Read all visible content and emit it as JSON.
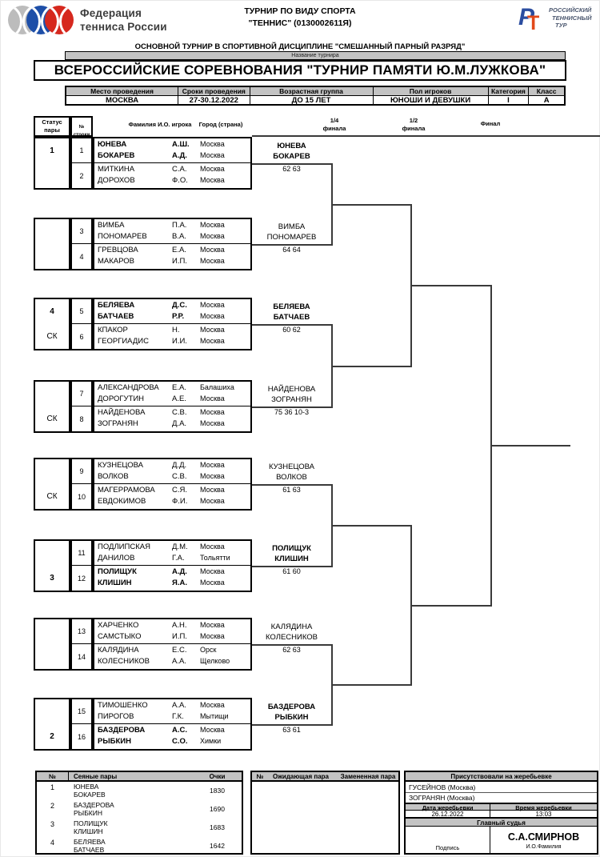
{
  "header": {
    "org": {
      "line1": "Федерация",
      "line2": "тенниса России"
    },
    "center": {
      "line1": "ТУРНИР ПО ВИДУ СПОРТА",
      "line2": "\"ТЕННИС\" (0130002611Я)"
    },
    "rtt": {
      "monogram_p": "Р",
      "monogram_t": "Т",
      "line1": "РОССИЙСКИЙ",
      "line2": "ТЕННИСНЫЙ",
      "line3": "ТУР"
    },
    "discipline": "ОСНОВНОЙ ТУРНИР В СПОРТИВНОЙ ДИСЦИПЛИНЕ \"СМЕШАННЫЙ ПАРНЫЙ РАЗРЯД\"",
    "title_label": "Название турнира",
    "title": "ВСЕРОССИЙСКИЕ СОРЕВНОВАНИЯ \"ТУРНИР ПАМЯТИ Ю.М.ЛУЖКОВА\""
  },
  "info": {
    "headers": [
      "Место проведения",
      "Сроки проведения",
      "Возрастная группа",
      "Пол игроков",
      "Категория",
      "Класс"
    ],
    "values": [
      "МОСКВА",
      "27-30.12.2022",
      "ДО 15 ЛЕТ",
      "ЮНОШИ И ДЕВУШКИ",
      "I",
      "А"
    ]
  },
  "bracket": {
    "col_status1": "Статус",
    "col_status2": "пары",
    "col_line": "№ строки",
    "col_player": "Фамилия И.О. игрока",
    "col_city": "Город (страна)",
    "col_qf1": "1/4",
    "col_qf2": "финала",
    "col_sf1": "1/2",
    "col_sf2": "финала",
    "col_final": "Финал",
    "matches": [
      {
        "rows": [
          {
            "no": "1",
            "status": "1",
            "seed": true,
            "p": [
              [
                "ЮНЕВА",
                "А.Ш.",
                "Москва"
              ],
              [
                "БОКАРЕВ",
                "А.Д.",
                "Москва"
              ]
            ]
          },
          {
            "no": "2",
            "status": "",
            "seed": false,
            "p": [
              [
                "МИТКИНА",
                "С.А.",
                "Москва"
              ],
              [
                "ДОРОХОВ",
                "Ф.О.",
                "Москва"
              ]
            ]
          }
        ],
        "winner": [
          "ЮНЕВА",
          "БОКАРЕВ"
        ],
        "wbold": true,
        "score": "62 63"
      },
      {
        "rows": [
          {
            "no": "3",
            "status": "",
            "seed": false,
            "p": [
              [
                "ВИМБА",
                "П.А.",
                "Москва"
              ],
              [
                "ПОНОМАРЕВ",
                "В.А.",
                "Москва"
              ]
            ]
          },
          {
            "no": "4",
            "status": "",
            "seed": false,
            "p": [
              [
                "ГРЕВЦОВА",
                "Е.А.",
                "Москва"
              ],
              [
                "МАКАРОВ",
                "И.П.",
                "Москва"
              ]
            ]
          }
        ],
        "winner": [
          "ВИМБА",
          "ПОНОМАРЕВ"
        ],
        "wbold": false,
        "score": "64 64"
      },
      {
        "rows": [
          {
            "no": "5",
            "status": "4",
            "seed": true,
            "p": [
              [
                "БЕЛЯЕВА",
                "Д.С.",
                "Москва"
              ],
              [
                "БАТЧАЕВ",
                "Р.Р.",
                "Москва"
              ]
            ]
          },
          {
            "no": "6",
            "status": "СК",
            "seed": false,
            "p": [
              [
                "КПАКОР",
                "Н.",
                "Москва"
              ],
              [
                "ГЕОРГИАДИС",
                "И.И.",
                "Москва"
              ]
            ]
          }
        ],
        "winner": [
          "БЕЛЯЕВА",
          "БАТЧАЕВ"
        ],
        "wbold": true,
        "score": "60 62"
      },
      {
        "rows": [
          {
            "no": "7",
            "status": "",
            "seed": false,
            "p": [
              [
                "АЛЕКСАНДРОВА",
                "Е.А.",
                "Балашиха"
              ],
              [
                "ДОРОГУТИН",
                "А.Е.",
                "Москва"
              ]
            ]
          },
          {
            "no": "8",
            "status": "СК",
            "seed": false,
            "p": [
              [
                "НАЙДЕНОВА",
                "С.В.",
                "Москва"
              ],
              [
                "ЗОГРАНЯН",
                "Д.А.",
                "Москва"
              ]
            ]
          }
        ],
        "winner": [
          "НАЙДЕНОВА",
          "ЗОГРАНЯН"
        ],
        "wbold": false,
        "score": "75 36 10-3"
      },
      {
        "rows": [
          {
            "no": "9",
            "status": "",
            "seed": false,
            "p": [
              [
                "КУЗНЕЦОВА",
                "Д.Д.",
                "Москва"
              ],
              [
                "ВОЛКОВ",
                "С.В.",
                "Москва"
              ]
            ]
          },
          {
            "no": "10",
            "status": "СК",
            "seed": false,
            "p": [
              [
                "МАГЕРРАМОВА",
                "С.Я.",
                "Москва"
              ],
              [
                "ЕВДОКИМОВ",
                "Ф.И.",
                "Москва"
              ]
            ]
          }
        ],
        "winner": [
          "КУЗНЕЦОВА",
          "ВОЛКОВ"
        ],
        "wbold": false,
        "score": "61 63"
      },
      {
        "rows": [
          {
            "no": "11",
            "status": "",
            "seed": false,
            "p": [
              [
                "ПОДЛИПСКАЯ",
                "Д.М.",
                "Москва"
              ],
              [
                "ДАНИЛОВ",
                "Г.А.",
                "Тольятти"
              ]
            ]
          },
          {
            "no": "12",
            "status": "3",
            "seed": true,
            "p": [
              [
                "ПОЛИЩУК",
                "А.Д.",
                "Москва"
              ],
              [
                "КЛИШИН",
                "Я.А.",
                "Москва"
              ]
            ]
          }
        ],
        "winner": [
          "ПОЛИЩУК",
          "КЛИШИН"
        ],
        "wbold": true,
        "score": "61 60"
      },
      {
        "rows": [
          {
            "no": "13",
            "status": "",
            "seed": false,
            "p": [
              [
                "ХАРЧЕНКО",
                "А.Н.",
                "Москва"
              ],
              [
                "САМСТЫКО",
                "И.П.",
                "Москва"
              ]
            ]
          },
          {
            "no": "14",
            "status": "",
            "seed": false,
            "p": [
              [
                "КАЛЯДИНА",
                "Е.С.",
                "Орск"
              ],
              [
                "КОЛЕСНИКОВ",
                "А.А.",
                "Щелково"
              ]
            ]
          }
        ],
        "winner": [
          "КАЛЯДИНА",
          "КОЛЕСНИКОВ"
        ],
        "wbold": false,
        "score": "62 63"
      },
      {
        "rows": [
          {
            "no": "15",
            "status": "",
            "seed": false,
            "p": [
              [
                "ТИМОШЕНКО",
                "А.А.",
                "Москва"
              ],
              [
                "ПИРОГОВ",
                "Г.К.",
                "Мытищи"
              ]
            ]
          },
          {
            "no": "16",
            "status": "2",
            "seed": true,
            "p": [
              [
                "БАЗДЕРОВА",
                "А.С.",
                "Москва"
              ],
              [
                "РЫБКИН",
                "С.О.",
                "Химки"
              ]
            ]
          }
        ],
        "winner": [
          "БАЗДЕРОВА",
          "РЫБКИН"
        ],
        "wbold": true,
        "score": "63 61"
      }
    ]
  },
  "seeded": {
    "h_no": "№",
    "h_pairs": "Сеяные пары",
    "h_points": "Очки",
    "rows": [
      {
        "no": "1",
        "names": [
          "ЮНЕВА",
          "БОКАРЕВ"
        ],
        "points": "1830"
      },
      {
        "no": "2",
        "names": [
          "БАЗДЕРОВА",
          "РЫБКИН"
        ],
        "points": "1690"
      },
      {
        "no": "3",
        "names": [
          "ПОЛИЩУК",
          "КЛИШИН"
        ],
        "points": "1683"
      },
      {
        "no": "4",
        "names": [
          "БЕЛЯЕВА",
          "БАТЧАЕВ"
        ],
        "points": "1642"
      }
    ]
  },
  "waiting": {
    "h_no": "№",
    "h_wait": "Ожидающая пара",
    "h_repl": "Замененная пара"
  },
  "draw": {
    "present_header": "Присутствовали на жеребьевке",
    "present": [
      "ГУСЕЙНОВ (Москва)",
      "ЗОГРАНЯН (Москва)"
    ],
    "date_header": "Дата жеребьевки",
    "time_header": "Время жеребьевки",
    "date": "26.12.2022",
    "time": "13:03",
    "referee_header": "Главный судья",
    "signature_label": "Подпись",
    "referee_name": "С.А.СМИРНОВ",
    "referee_sub": "И.О.Фамилия"
  },
  "colors": {
    "header_bg": "#c3c3c3",
    "line": "#3a3a3a",
    "ball_gray": "#bcbcbc",
    "ball_blue": "#1e4fa8",
    "ball_red": "#d6281e",
    "rtt_blue": "#2b4da0",
    "rtt_red": "#e2491a"
  }
}
